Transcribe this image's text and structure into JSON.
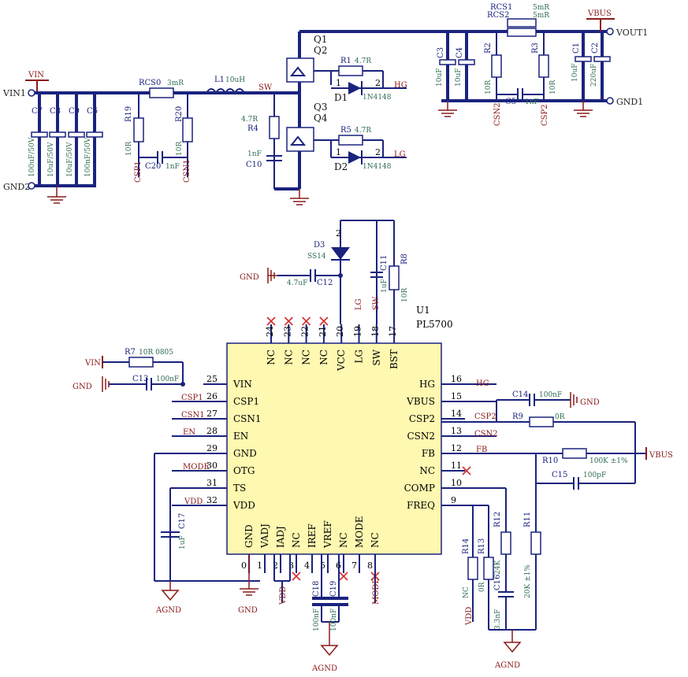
{
  "top": {
    "vin_net": "VIN",
    "vin_port": "VIN1",
    "gnd_port": "GND2",
    "vbus_net": "VBUS",
    "vout_port": "VOUT1",
    "gnd1_port": "GND1",
    "sw_net": "SW",
    "hg_net": "HG",
    "lg_net": "LG",
    "csp1": "CSP1",
    "csn1": "CSN1",
    "csn2": "CSN2",
    "csp2": "CSP2",
    "c7": "C7",
    "c7v": "100uF/50V",
    "c8": "C8",
    "c8v": "10uF/50V",
    "c9": "C9",
    "c9v": "10uF/50V",
    "c6": "C6",
    "c6v": "100nF/50V",
    "r19": "R19",
    "r19v": "10R",
    "rcs0": "RCS0",
    "rcs0v": "3mR",
    "r20": "R20",
    "r20v": "10R",
    "c20": "C20",
    "c20v": "1nF",
    "l1": "L1",
    "l1v": "10uH",
    "r4": "R4",
    "r4v": "4.7R",
    "c10": "C10",
    "c10v": "1nF",
    "q1": "Q1",
    "q2": "Q2",
    "q3": "Q3",
    "q4": "Q4",
    "r1": "R1",
    "r1v": "4.7R",
    "d1": "D1",
    "d1v": "1N4148",
    "r5": "R5",
    "r5v": "4.7R",
    "d2": "D2",
    "d2v": "1N4148",
    "pin1": "1",
    "pin2": "2",
    "c3": "C3",
    "c3v": "10uF",
    "c4": "C4",
    "c4v": "10uF",
    "rcs1": "RCS1",
    "rcs2": "RCS2",
    "rcs1v": "5mR",
    "rcs2v": "5mR",
    "r2": "R2",
    "r2v": "10R",
    "r3": "R3",
    "r3v": "10R",
    "c5": "C5",
    "c5v": "1nF",
    "c1": "C1",
    "c1v": "10uF",
    "c2": "C2",
    "c2v": "220uF"
  },
  "ic": {
    "ref": "U1",
    "part": "PL5700",
    "left_pins": [
      {
        "num": "25",
        "name": "VIN"
      },
      {
        "num": "26",
        "name": "CSP1"
      },
      {
        "num": "27",
        "name": "CSN1"
      },
      {
        "num": "28",
        "name": "EN"
      },
      {
        "num": "29",
        "name": "GND"
      },
      {
        "num": "30",
        "name": "OTG"
      },
      {
        "num": "31",
        "name": "TS"
      },
      {
        "num": "32",
        "name": "VDD"
      }
    ],
    "right_pins": [
      {
        "num": "16",
        "name": "HG"
      },
      {
        "num": "15",
        "name": "VBUS"
      },
      {
        "num": "14",
        "name": "CSP2"
      },
      {
        "num": "13",
        "name": "CSN2"
      },
      {
        "num": "12",
        "name": "FB"
      },
      {
        "num": "11",
        "name": "NC"
      },
      {
        "num": "10",
        "name": "COMP"
      },
      {
        "num": "9",
        "name": "FREQ"
      }
    ],
    "top_pins": [
      {
        "num": "24",
        "name": "NC"
      },
      {
        "num": "23",
        "name": "NC"
      },
      {
        "num": "22",
        "name": "NC"
      },
      {
        "num": "21",
        "name": "NC"
      },
      {
        "num": "20",
        "name": "VCC"
      },
      {
        "num": "19",
        "name": "LG"
      },
      {
        "num": "18",
        "name": "SW"
      },
      {
        "num": "17",
        "name": "BST"
      }
    ],
    "bottom_pins": [
      {
        "num": "0",
        "name": "GND"
      },
      {
        "num": "1",
        "name": "VADJ"
      },
      {
        "num": "2",
        "name": "IADJ"
      },
      {
        "num": "3",
        "name": "NC"
      },
      {
        "num": "4",
        "name": "IREF"
      },
      {
        "num": "5",
        "name": "VREF"
      },
      {
        "num": "6",
        "name": "NC"
      },
      {
        "num": "7",
        "name": "MODE"
      },
      {
        "num": "8",
        "name": "NC"
      }
    ]
  },
  "bottom": {
    "d3": "D3",
    "d3v": "SS14",
    "d3pin": "2",
    "gnd": "GND",
    "c12": "C12",
    "c12v": "4.7uF",
    "c11": "C11",
    "c11v": "1uF",
    "r8": "R8",
    "r8v": "10R",
    "lg": "LG",
    "sw": "SW",
    "vin": "VIN",
    "r7": "R7",
    "r7v": "10R 0805",
    "c13": "C13",
    "c13v": "100nF",
    "csp1": "CSP1",
    "csn1": "CSN1",
    "en": "EN",
    "mode": "MODE",
    "vdd": "VDD",
    "c17": "C17",
    "c17v": "1uF",
    "agnd": "AGND",
    "hg": "HG",
    "c14": "C14",
    "c14v": "100nF",
    "r9": "R9",
    "r9v": "0R",
    "csp2": "CSP2",
    "csn2": "CSN2",
    "fb": "FB",
    "r10": "R10",
    "r10v": "100K ±1%",
    "vbus": "VBUS",
    "c15": "C15",
    "c15v": "100pF",
    "r12": "R12",
    "r12v": "24K",
    "r11": "R11",
    "r11v": "20K ±1%",
    "r14": "R14",
    "r14v": "NC",
    "r13": "R13",
    "r13v": "0R",
    "c16": "C16",
    "c16v": "3.3nF",
    "c18": "C18",
    "c18v": "100nF",
    "c19": "C19",
    "c19v": "100nF",
    "vdd2": "VDD",
    "mode2": "MODE"
  }
}
